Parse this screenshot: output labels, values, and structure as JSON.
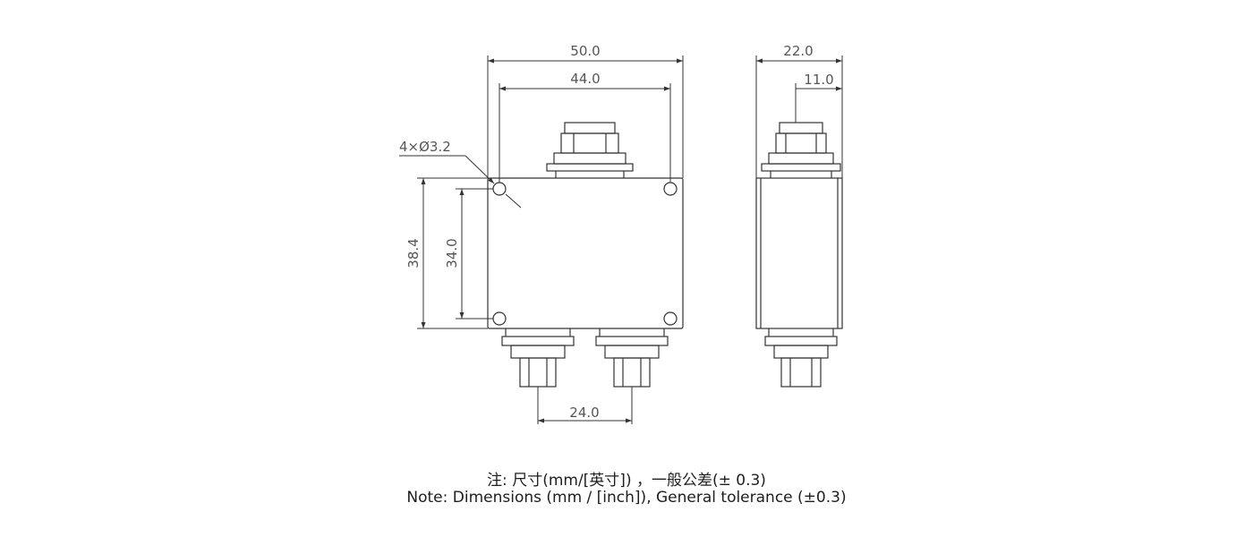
{
  "dimensions": {
    "overall_width": "50.0",
    "hole_spacing_x": "44.0",
    "holes": "4×Ø3.2",
    "overall_height": "38.4",
    "hole_spacing_y": "34.0",
    "port_spacing": "24.0",
    "side_depth": "22.0",
    "side_port_offset": "11.0"
  },
  "notes": {
    "zh": "注: 尺寸(mm/[英寸]) ，一般公差(± 0.3)",
    "en": "Note: Dimensions (mm / [inch]), General tolerance (±0.3)"
  }
}
